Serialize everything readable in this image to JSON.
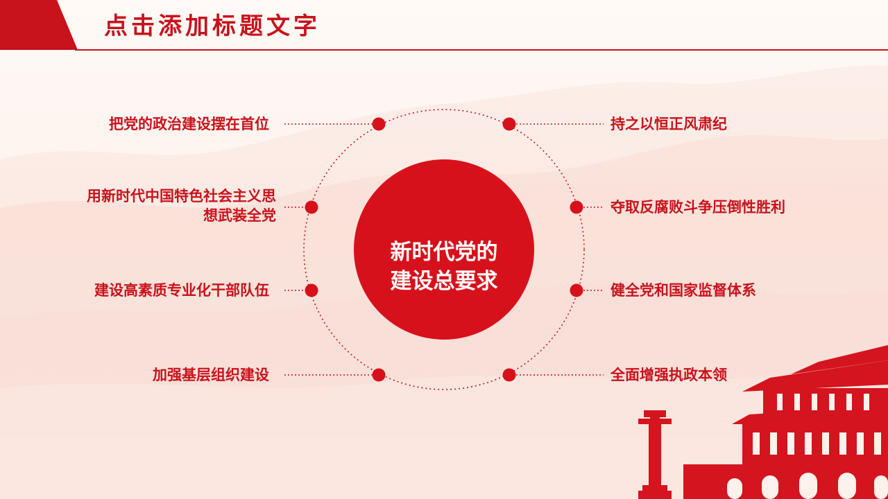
{
  "header": {
    "title": "点击添加标题文字"
  },
  "center": {
    "line1": "新时代党的",
    "line2": "建设总要求"
  },
  "items_left": [
    {
      "label": "把党的政治建设摆在首位"
    },
    {
      "label": "用新时代中国特色社会主义思",
      "label2": "想武装全党"
    },
    {
      "label": "建设高素质专业化干部队伍"
    },
    {
      "label": "加强基层组织建设"
    }
  ],
  "items_right": [
    {
      "label": "持之以恒正风肃纪"
    },
    {
      "label": "夺取反腐败斗争压倒性胜利"
    },
    {
      "label": "健全党和国家监督体系"
    },
    {
      "label": "全面增强执政本领"
    }
  ],
  "colors": {
    "accent": "#c8121c",
    "center_fill": "#d7111b",
    "background": "#fdf2ee"
  },
  "icons": [
    "tiananmen-gate-silhouette",
    "huabiao-pillar-silhouette"
  ]
}
